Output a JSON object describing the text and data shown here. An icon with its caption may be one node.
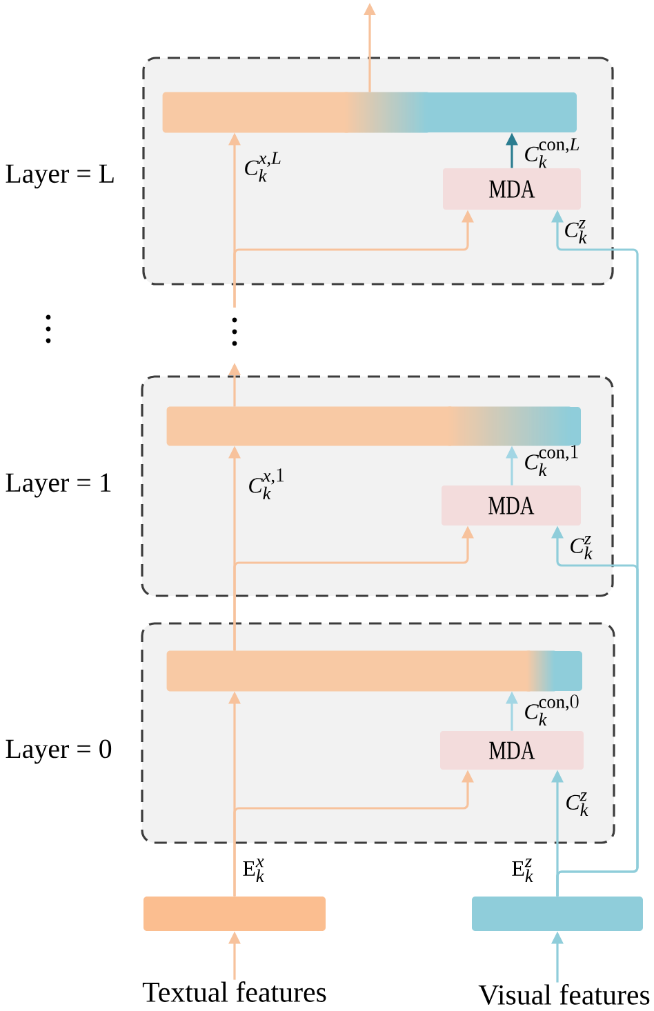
{
  "diagram": {
    "nodes": [
      {
        "text": [
          "Layer = L"
        ]
      },
      {
        "text": [],
        "shape": "bar",
        "in": 0
      },
      {
        "text": [
          "MDA"
        ],
        "in": 0
      },
      {
        "text": [
          "Layer = 1"
        ]
      },
      {
        "text": [],
        "shape": "bar",
        "in": 3
      },
      {
        "text": [
          "MDA"
        ],
        "in": 3
      },
      {
        "text": [
          "Layer = 0"
        ]
      },
      {
        "text": [],
        "shape": "bar",
        "in": 6
      },
      {
        "text": [
          "MDA"
        ],
        "in": 6
      },
      {
        "text": [],
        "shape": "bar"
      },
      {
        "text": [],
        "shape": "bar"
      },
      {
        "text": [
          "Textual features"
        ]
      },
      {
        "text": [
          "Visual features"
        ]
      }
    ],
    "edges": [
      {
        "from": 11,
        "to": 9,
        "arrow": "to"
      },
      {
        "from": 12,
        "to": 10,
        "arrow": "to",
        "color": "#8fcdda"
      },
      {
        "from": 9,
        "to": 7,
        "arrow": "to",
        "label": "\\mathrm{E}_k^x"
      },
      {
        "from": 9,
        "to": 8,
        "arrow": "to"
      },
      {
        "from": 10,
        "to": 8,
        "arrow": "to",
        "label": "\\mathrm{E}_k^z",
        "color": "#8fcdda"
      },
      {
        "from": 8,
        "to": 7,
        "arrow": "to",
        "label": "C_k^{\\mathrm{con},0}",
        "color": "#a3d6e4"
      },
      {
        "from": 7,
        "to": 4,
        "arrow": "to",
        "label": "C_k^{x,1}"
      },
      {
        "from": 7,
        "to": 5,
        "arrow": "to"
      },
      {
        "from": 10,
        "to": 5,
        "arrow": "to",
        "label": "C_k^z",
        "color": "#8fcdda"
      },
      {
        "from": 5,
        "to": 4,
        "arrow": "to",
        "label": "C_k^{\\mathrm{con},1}",
        "color": "#a3d6e4"
      },
      {
        "from": 4,
        "to": null,
        "arrow": "to"
      },
      {
        "from": null,
        "to": 1,
        "arrow": "to",
        "label": "C_k^{x,L}"
      },
      {
        "from": null,
        "to": 2,
        "arrow": "to"
      },
      {
        "from": 10,
        "to": 2,
        "arrow": "to",
        "label": "C_k^z",
        "color": "#8fcdda"
      },
      {
        "from": 2,
        "to": 1,
        "arrow": "to",
        "label": "C_k^{\\mathrm{con},L}",
        "color": "#2b7d90"
      },
      {
        "from": 1,
        "to": null,
        "arrow": "to"
      }
    ],
    "labels": [
      "C_k^z"
    ]
  }
}
